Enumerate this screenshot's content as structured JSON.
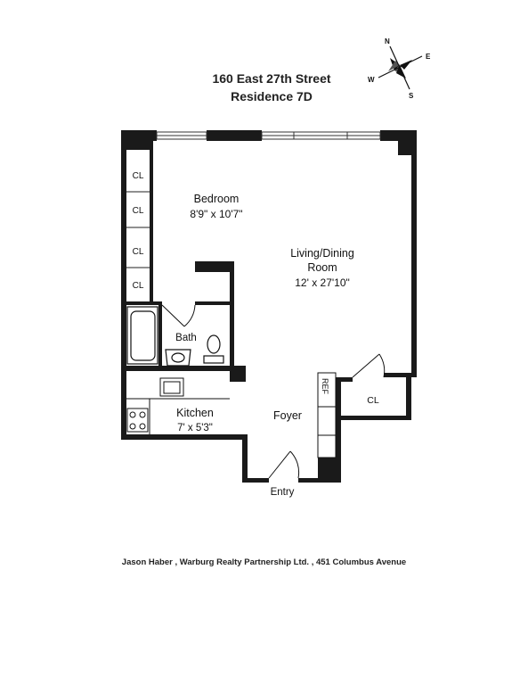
{
  "header": {
    "address": "160 East 27th Street",
    "unit": "Residence 7D"
  },
  "compass": {
    "n": "N",
    "e": "E",
    "s": "S",
    "w": "W"
  },
  "rooms": {
    "bedroom": {
      "name": "Bedroom",
      "dims": "8'9\" x 10'7\""
    },
    "living": {
      "name_line1": "Living/Dining",
      "name_line2": "Room",
      "dims": "12' x 27'10\""
    },
    "bath": {
      "name": "Bath"
    },
    "kitchen": {
      "name": "Kitchen",
      "dims": "7' x 5'3\""
    },
    "foyer": {
      "name": "Foyer"
    },
    "closet_labels": [
      "CL",
      "CL",
      "CL",
      "CL"
    ],
    "hall_closet": "CL",
    "ref": "REF",
    "entry": "Entry"
  },
  "footer": {
    "text": "Jason Haber , Warburg Realty Partnership Ltd. , 451 Columbus Avenue"
  }
}
